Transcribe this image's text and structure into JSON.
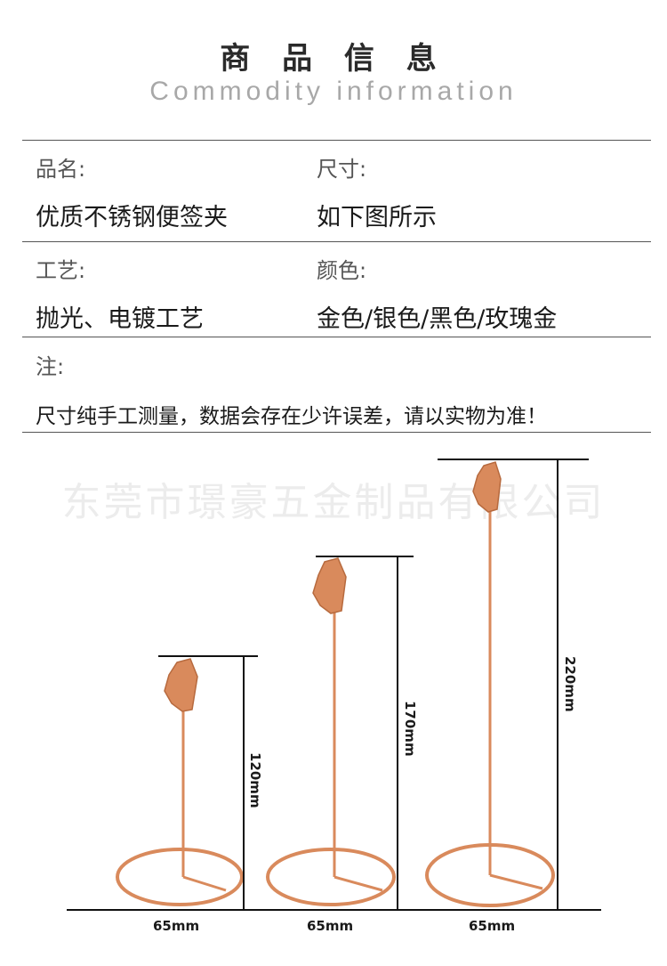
{
  "header": {
    "title_cn": "商 品 信 息",
    "title_en": "Commodity information"
  },
  "specs": {
    "name_label": "品名:",
    "name_value": "优质不锈钢便签夹",
    "size_label": "尺寸:",
    "size_value": "如下图所示",
    "craft_label": "工艺:",
    "craft_value": "抛光、电镀工艺",
    "color_label": "颜色:",
    "color_value": "金色/银色/黑色/玫瑰金",
    "note_label": "注:",
    "note_value": "尺寸纯手工测量，数据会存在少许误差，请以实物为准！"
  },
  "watermark": "东莞市璟豪五金制品有限公司",
  "product_image": {
    "metal_color": "#d98a5c",
    "items": [
      {
        "height": "120mm",
        "base": "65mm"
      },
      {
        "height": "170mm",
        "base": "65mm"
      },
      {
        "height": "220mm",
        "base": "65mm"
      }
    ]
  }
}
